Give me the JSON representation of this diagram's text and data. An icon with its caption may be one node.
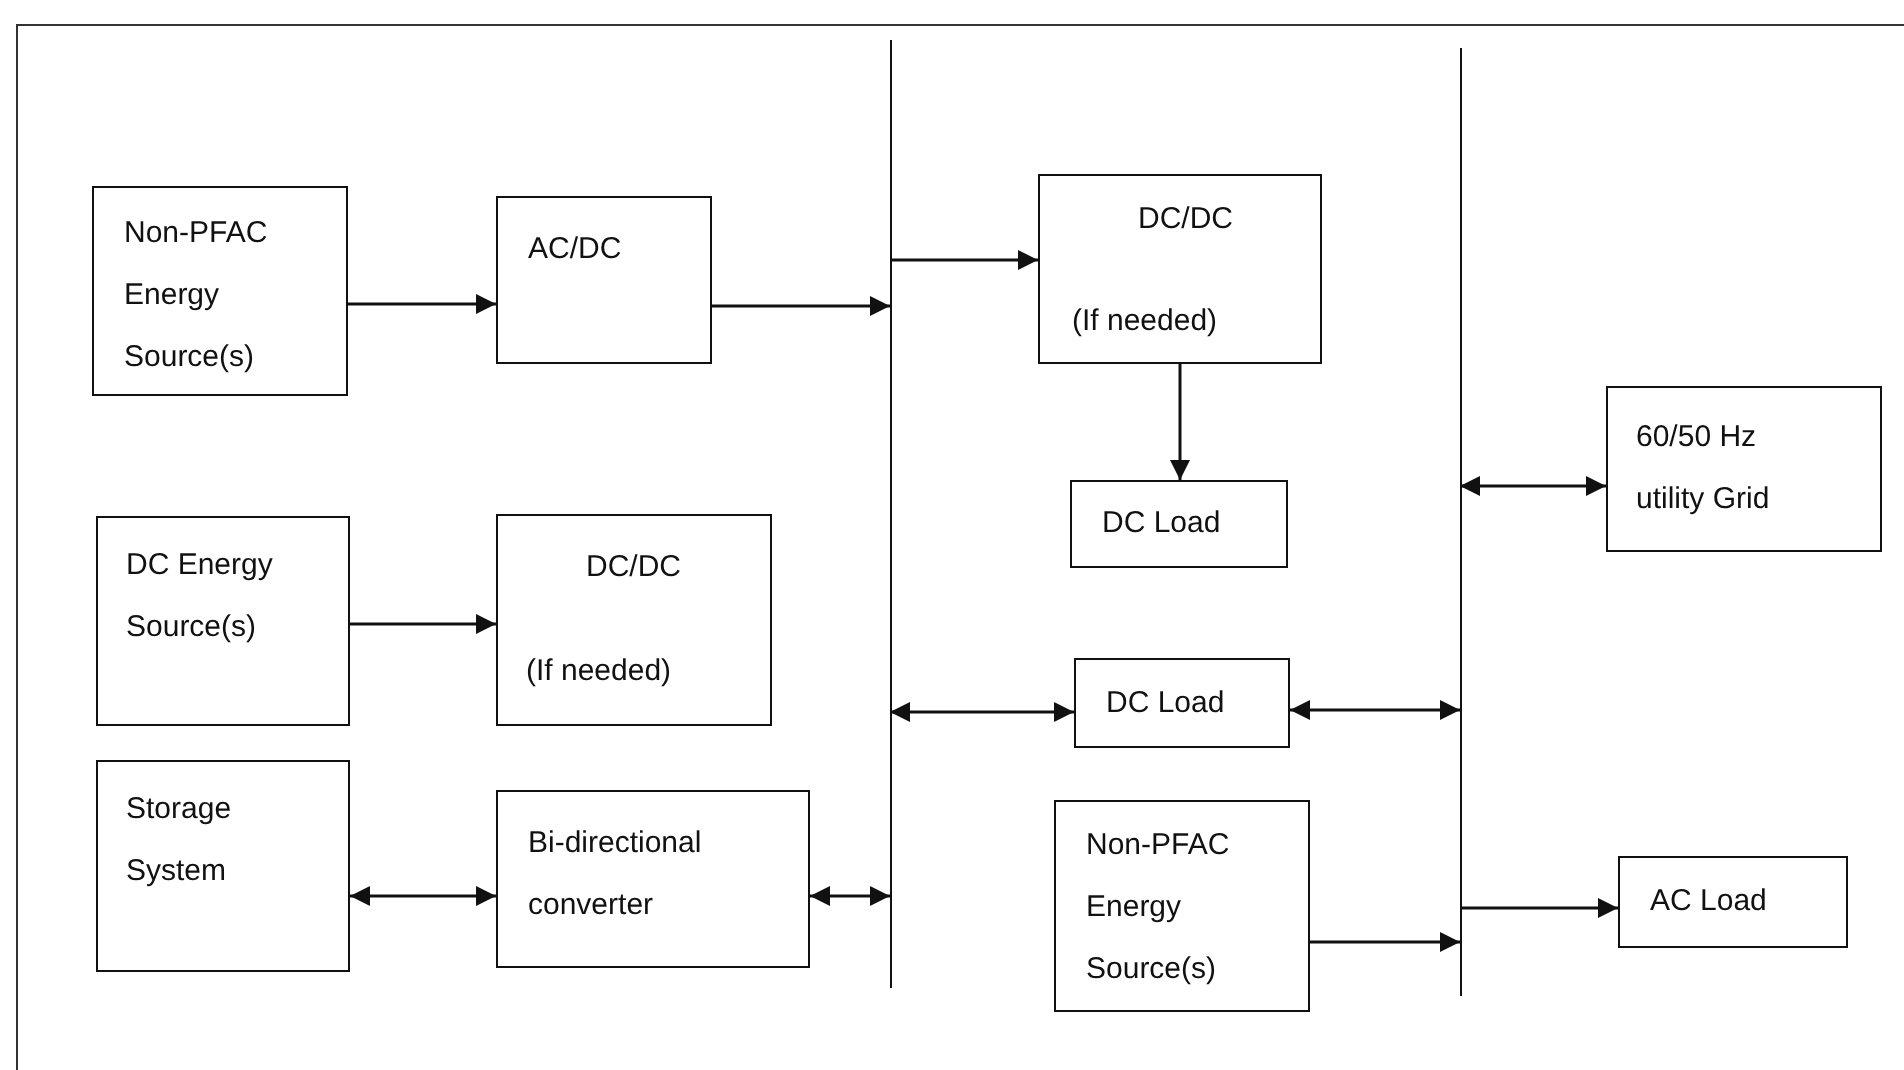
{
  "diagram": {
    "nodes": [
      {
        "text": [
          "Non-PFAC Energy Source(s)"
        ]
      },
      {
        "text": [
          "AC/DC"
        ]
      },
      {
        "text": [
          "DC Energy Source(s)"
        ]
      },
      {
        "text": [
          "DC/DC",
          "(If needed)"
        ]
      },
      {
        "text": [
          "Storage System"
        ]
      },
      {
        "text": [
          "Bi-directional converter"
        ]
      },
      {
        "text": [],
        "shape": "bar"
      },
      {
        "text": [
          "DC/DC",
          "(If needed)"
        ]
      },
      {
        "text": [
          "DC Load"
        ]
      },
      {
        "text": [
          "DC Load"
        ]
      },
      {
        "text": [
          "Non-PFAC Energy Source(s)"
        ]
      },
      {
        "text": [],
        "shape": "bar"
      },
      {
        "text": [
          "60/50 Hz utility Grid"
        ]
      },
      {
        "text": [
          "AC Load"
        ]
      }
    ],
    "edges": [
      {
        "from": 0,
        "to": 1,
        "arrow": "to"
      },
      {
        "from": 1,
        "to": 6,
        "arrow": "to"
      },
      {
        "from": 2,
        "to": 3,
        "arrow": "to"
      },
      {
        "from": 4,
        "to": 5,
        "arrow": "both"
      },
      {
        "from": 5,
        "to": 6,
        "arrow": "both"
      },
      {
        "from": 6,
        "to": 7,
        "arrow": "to"
      },
      {
        "from": 7,
        "to": 8,
        "arrow": "to"
      },
      {
        "from": 6,
        "to": 9,
        "arrow": "both"
      },
      {
        "from": 9,
        "to": 11,
        "arrow": "both"
      },
      {
        "from": 10,
        "to": 11,
        "arrow": "to"
      },
      {
        "from": 11,
        "to": 12,
        "arrow": "both"
      },
      {
        "from": 11,
        "to": 13,
        "arrow": "to"
      }
    ]
  }
}
